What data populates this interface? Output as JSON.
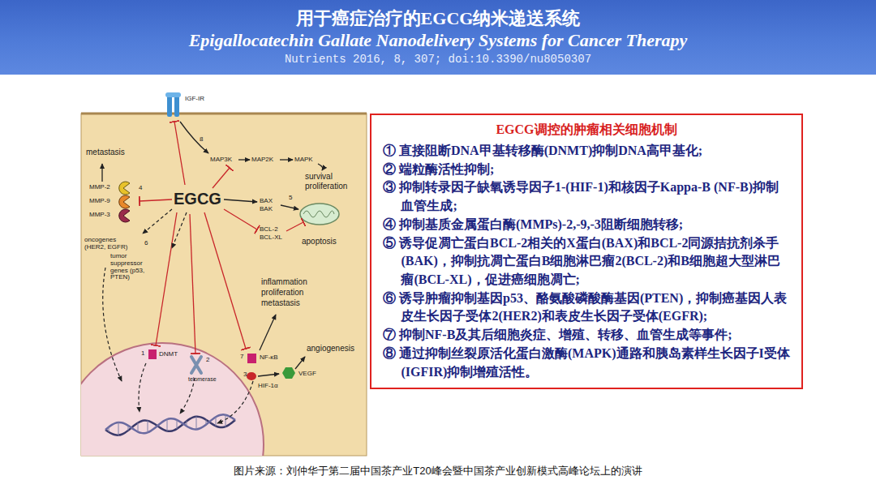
{
  "diagram": {
    "title": "用于癌症治疗的EGCG纳米递送系统",
    "caption": "图片来源：刘仲华于第二届中国茶产业T20峰会暨中国茶产业创新模式高峰论坛上的演讲",
    "nodes": [
      {
        "text": [
          "EGCG调控的肿瘤相关细胞机制",
          "① 直接阻断DNA甲基转移酶(DNMT)抑制DNA高甲基化;",
          "② 端粒酶活性抑制;",
          "③ 抑制转录因子缺氧诱导因子1-(HIF-1)和核因子Kappa-B (NF-B)抑制血管生成;",
          "④ 抑制基质金属蛋白酶(MMPs)-2,-9,-3阻断细胞转移;",
          "⑤ 诱导促凋亡蛋白BCL-2相关的X蛋白(BAX)和BCL-2同源拮抗剂杀手(BAK)，抑制抗凋亡蛋白B细胞淋巴瘤2(BCL-2)和B细胞超大型淋巴瘤(BCL-XL)，促进癌细胞凋亡;",
          "⑥ 诱导肿瘤抑制基因p53、酪氨酸磷酸酶基因(PTEN)，抑制癌基因人表皮生长因子受体2(HER2)和表皮生长因子受体(EGFR);",
          "⑦ 抑制NF-B及其后细胞炎症、增殖、转移、血管生成等事件;",
          "⑧ 通过抑制丝裂原活化蛋白激酶(MAPK)通路和胰岛素样生长因子I受体(IGFIR)抑制增殖活性。"
        ]
      }
    ],
    "labels": [
      "Epigallocatechin Gallate Nanodelivery Systems for Cancer Therapy",
      "Nutrients 2016, 8, 307; doi:10.3390/nu8050307",
      "IGF-IR",
      "8",
      "MAP3K",
      "MAP2K",
      "MAPK",
      "survival",
      "proliferation",
      "metastasis",
      "MMP-2",
      "MMP-9",
      "MMP-3",
      "4",
      "EGCG",
      "BAX",
      "BAK",
      "5",
      "BCL-2",
      "BCL-XL",
      "apoptosis",
      "oncogenes (HER2, EGFR)",
      "6",
      "tumor suppressor genes (p53, PTEN)",
      "inflammation",
      "proliferation",
      "metastasis",
      "angiogenesis",
      "1",
      "DNMT",
      "2",
      "telomerase",
      "7",
      "NF-κB",
      "HIF-1α",
      "3",
      "VEGF"
    ]
  }
}
